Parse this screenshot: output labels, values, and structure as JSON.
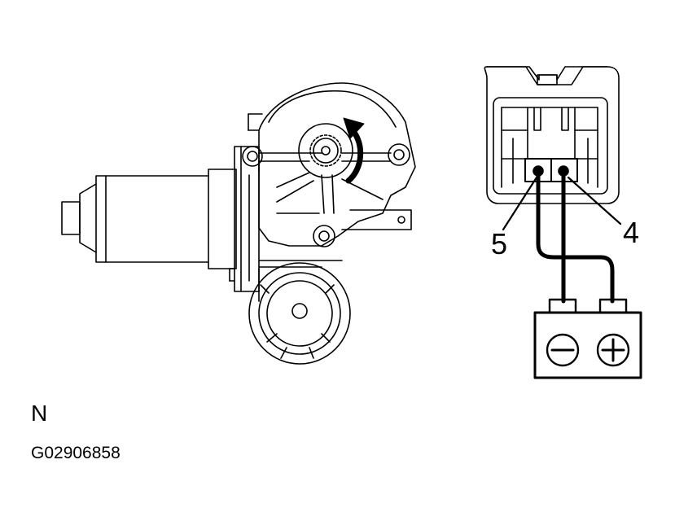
{
  "labels": {
    "terminal_5": "5",
    "terminal_4": "4",
    "view_letter": "N",
    "figure_code": "G02906858"
  },
  "battery": {
    "negative_symbol": "⊖",
    "positive_symbol": "⊕"
  },
  "colors": {
    "line": "#000000",
    "background": "#ffffff"
  }
}
